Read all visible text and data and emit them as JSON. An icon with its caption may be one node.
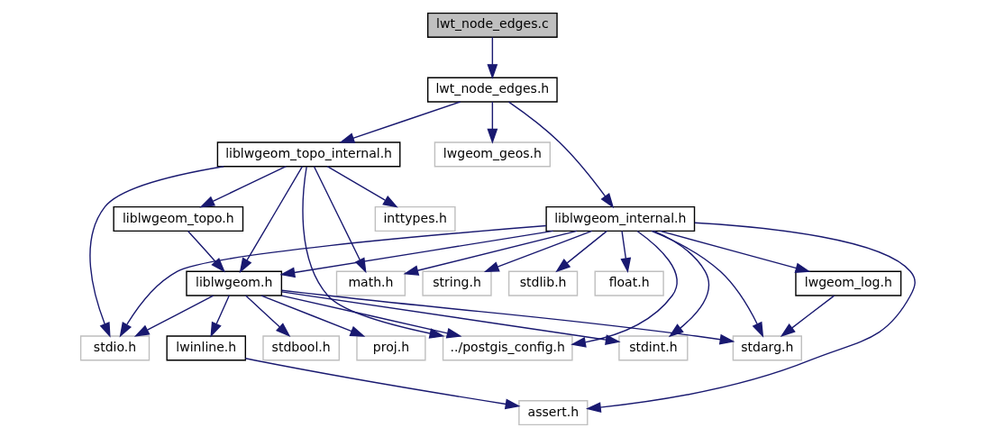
{
  "diagram": {
    "nodes": [
      {
        "text": [
          "lwt_node_edges.c"
        ]
      },
      {
        "text": [
          "lwt_node_edges.h"
        ]
      },
      {
        "text": [
          "liblwgeom_topo_internal.h"
        ]
      },
      {
        "text": [
          "lwgeom_geos.h"
        ]
      },
      {
        "text": [
          "liblwgeom_internal.h"
        ]
      },
      {
        "text": [
          "liblwgeom_topo.h"
        ]
      },
      {
        "text": [
          "inttypes.h"
        ]
      },
      {
        "text": [
          "string.h"
        ]
      },
      {
        "text": [
          "stdlib.h"
        ]
      },
      {
        "text": [
          "float.h"
        ]
      },
      {
        "text": [
          "lwgeom_log.h"
        ]
      },
      {
        "text": [
          "liblwgeom.h"
        ]
      },
      {
        "text": [
          "math.h"
        ]
      },
      {
        "text": [
          "stdarg.h"
        ]
      },
      {
        "text": [
          "stdio.h"
        ]
      },
      {
        "text": [
          "stdint.h"
        ]
      },
      {
        "text": [
          "lwinline.h"
        ]
      },
      {
        "text": [
          "stdbool.h"
        ]
      },
      {
        "text": [
          "proj.h"
        ]
      },
      {
        "text": [
          "../postgis_config.h"
        ]
      },
      {
        "text": [
          "assert.h"
        ]
      }
    ],
    "edges": [
      {
        "from": 0,
        "to": 1,
        "arrow": "to"
      },
      {
        "from": 1,
        "to": 4,
        "arrow": "to"
      },
      {
        "from": 1,
        "to": 2,
        "arrow": "to"
      },
      {
        "from": 1,
        "to": 3,
        "arrow": "to"
      },
      {
        "from": 2,
        "to": 14,
        "arrow": "to"
      },
      {
        "from": 2,
        "to": 5,
        "arrow": "to"
      },
      {
        "from": 2,
        "to": 11,
        "arrow": "to"
      },
      {
        "from": 2,
        "to": 6,
        "arrow": "to"
      },
      {
        "from": 2,
        "to": 12,
        "arrow": "to"
      },
      {
        "from": 2,
        "to": 19,
        "arrow": "to"
      },
      {
        "from": 4,
        "to": 20,
        "arrow": "to"
      },
      {
        "from": 4,
        "to": 7,
        "arrow": "to"
      },
      {
        "from": 4,
        "to": 8,
        "arrow": "to"
      },
      {
        "from": 4,
        "to": 9,
        "arrow": "to"
      },
      {
        "from": 4,
        "to": 10,
        "arrow": "to"
      },
      {
        "from": 4,
        "to": 13,
        "arrow": "to"
      },
      {
        "from": 4,
        "to": 14,
        "arrow": "to"
      },
      {
        "from": 4,
        "to": 15,
        "arrow": "to"
      },
      {
        "from": 4,
        "to": 11,
        "arrow": "to"
      },
      {
        "from": 4,
        "to": 12,
        "arrow": "to"
      },
      {
        "from": 4,
        "to": 19,
        "arrow": "to"
      },
      {
        "from": 5,
        "to": 11,
        "arrow": "to"
      },
      {
        "from": 10,
        "to": 13,
        "arrow": "to"
      },
      {
        "from": 11,
        "to": 13,
        "arrow": "to"
      },
      {
        "from": 11,
        "to": 14,
        "arrow": "to"
      },
      {
        "from": 11,
        "to": 15,
        "arrow": "to"
      },
      {
        "from": 11,
        "to": 16,
        "arrow": "to"
      },
      {
        "from": 11,
        "to": 17,
        "arrow": "to"
      },
      {
        "from": 11,
        "to": 18,
        "arrow": "to"
      },
      {
        "from": 11,
        "to": 19,
        "arrow": "to"
      },
      {
        "from": 16,
        "to": 20,
        "arrow": "to"
      }
    ]
  }
}
